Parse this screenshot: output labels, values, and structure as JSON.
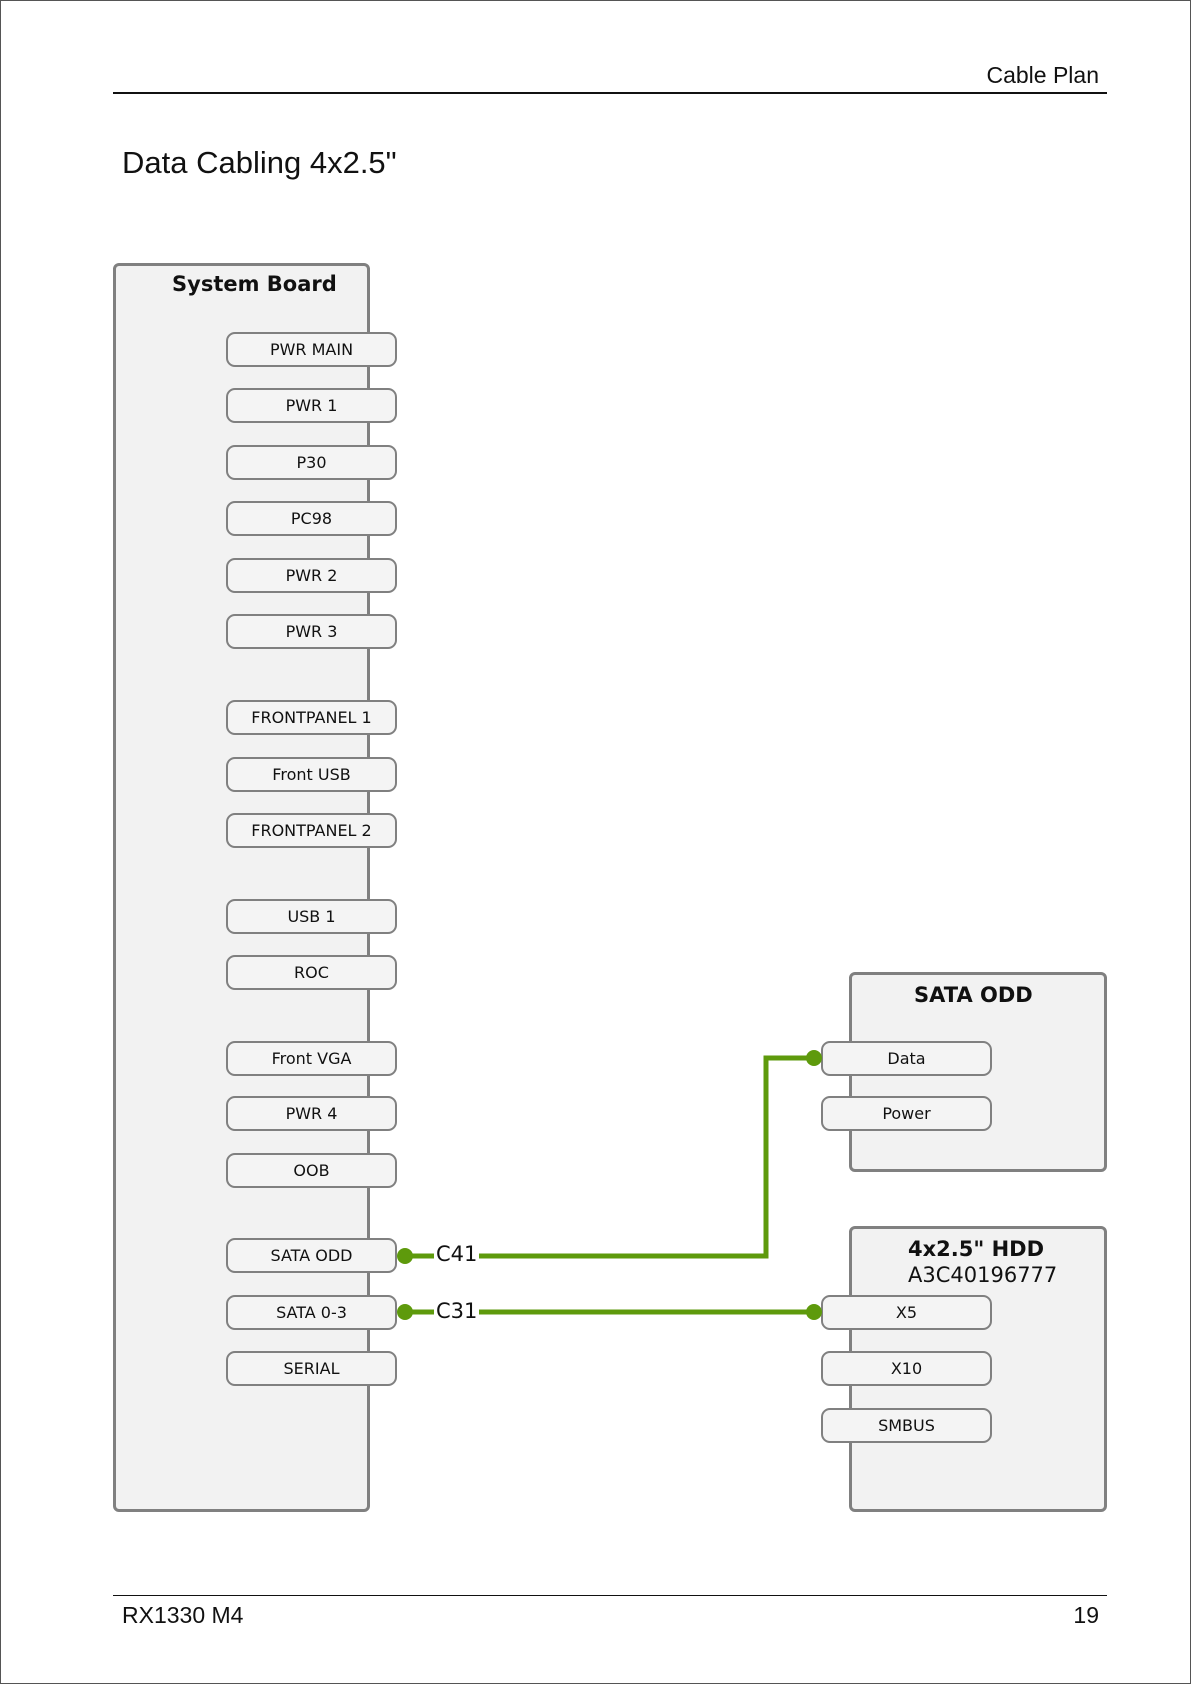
{
  "header": {
    "title": "Cable Plan"
  },
  "section": {
    "title": "Data Cabling 4x2.5\""
  },
  "system_board": {
    "title": "System Board",
    "connectors": [
      "PWR MAIN",
      "PWR 1",
      "P30",
      "PC98",
      "PWR 2",
      "PWR 3",
      "FRONTPANEL 1",
      "Front USB",
      "FRONTPANEL 2",
      "USB 1",
      "ROC",
      "Front VGA",
      "PWR 4",
      "OOB",
      "SATA ODD",
      "SATA 0-3",
      "SERIAL"
    ]
  },
  "sata_odd": {
    "title": "SATA ODD",
    "connectors": [
      "Data",
      "Power"
    ]
  },
  "hdd": {
    "title": "4x2.5\" HDD",
    "part_number": "A3C40196777",
    "connectors": [
      "X5",
      "X10",
      "SMBUS"
    ]
  },
  "cables": [
    {
      "label": "C41",
      "from": "SATA ODD",
      "to": "Data"
    },
    {
      "label": "C31",
      "from": "SATA 0-3",
      "to": "X5"
    }
  ],
  "colors": {
    "cable": "#5e9a0c",
    "box_border": "#808080",
    "box_fill": "#f2f2f2"
  },
  "footer": {
    "model": "RX1330 M4",
    "page": "19"
  }
}
